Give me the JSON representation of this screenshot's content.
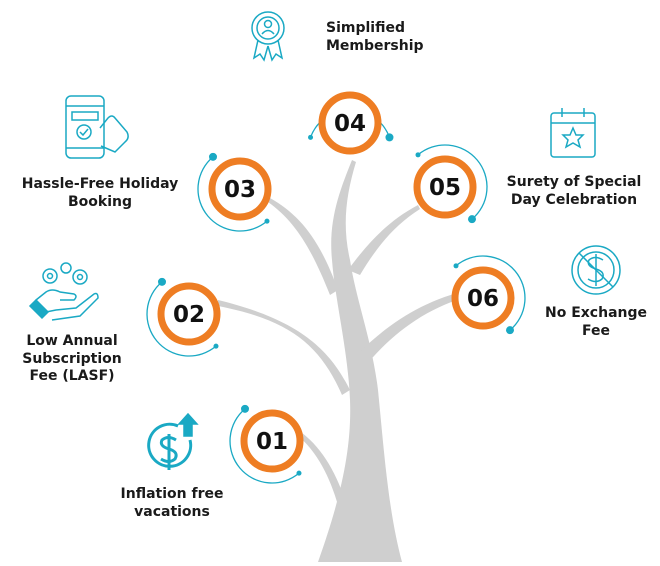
{
  "steps": [
    {
      "number": "01",
      "label_lines": [
        "Inflation free",
        "vacations"
      ],
      "icon": "dollar-up-icon"
    },
    {
      "number": "02",
      "label_lines": [
        "Low Annual",
        "Subscription",
        "Fee (LASF)"
      ],
      "icon": "hand-gears-icon"
    },
    {
      "number": "03",
      "label_lines": [
        "Hassle-Free Holiday",
        "Booking"
      ],
      "icon": "phone-tap-icon"
    },
    {
      "number": "04",
      "label_lines": [
        "Simplified",
        "Membership"
      ],
      "icon": "badge-member-icon"
    },
    {
      "number": "05",
      "label_lines": [
        "Surety of Special",
        "Day Celebration"
      ],
      "icon": "calendar-star-icon"
    },
    {
      "number": "06",
      "label_lines": [
        "No Exchange",
        "Fee"
      ],
      "icon": "no-dollar-icon"
    }
  ],
  "colors": {
    "ring": "#ee7d23",
    "accent": "#1aa9c4",
    "tree": "#cfcfcf"
  }
}
